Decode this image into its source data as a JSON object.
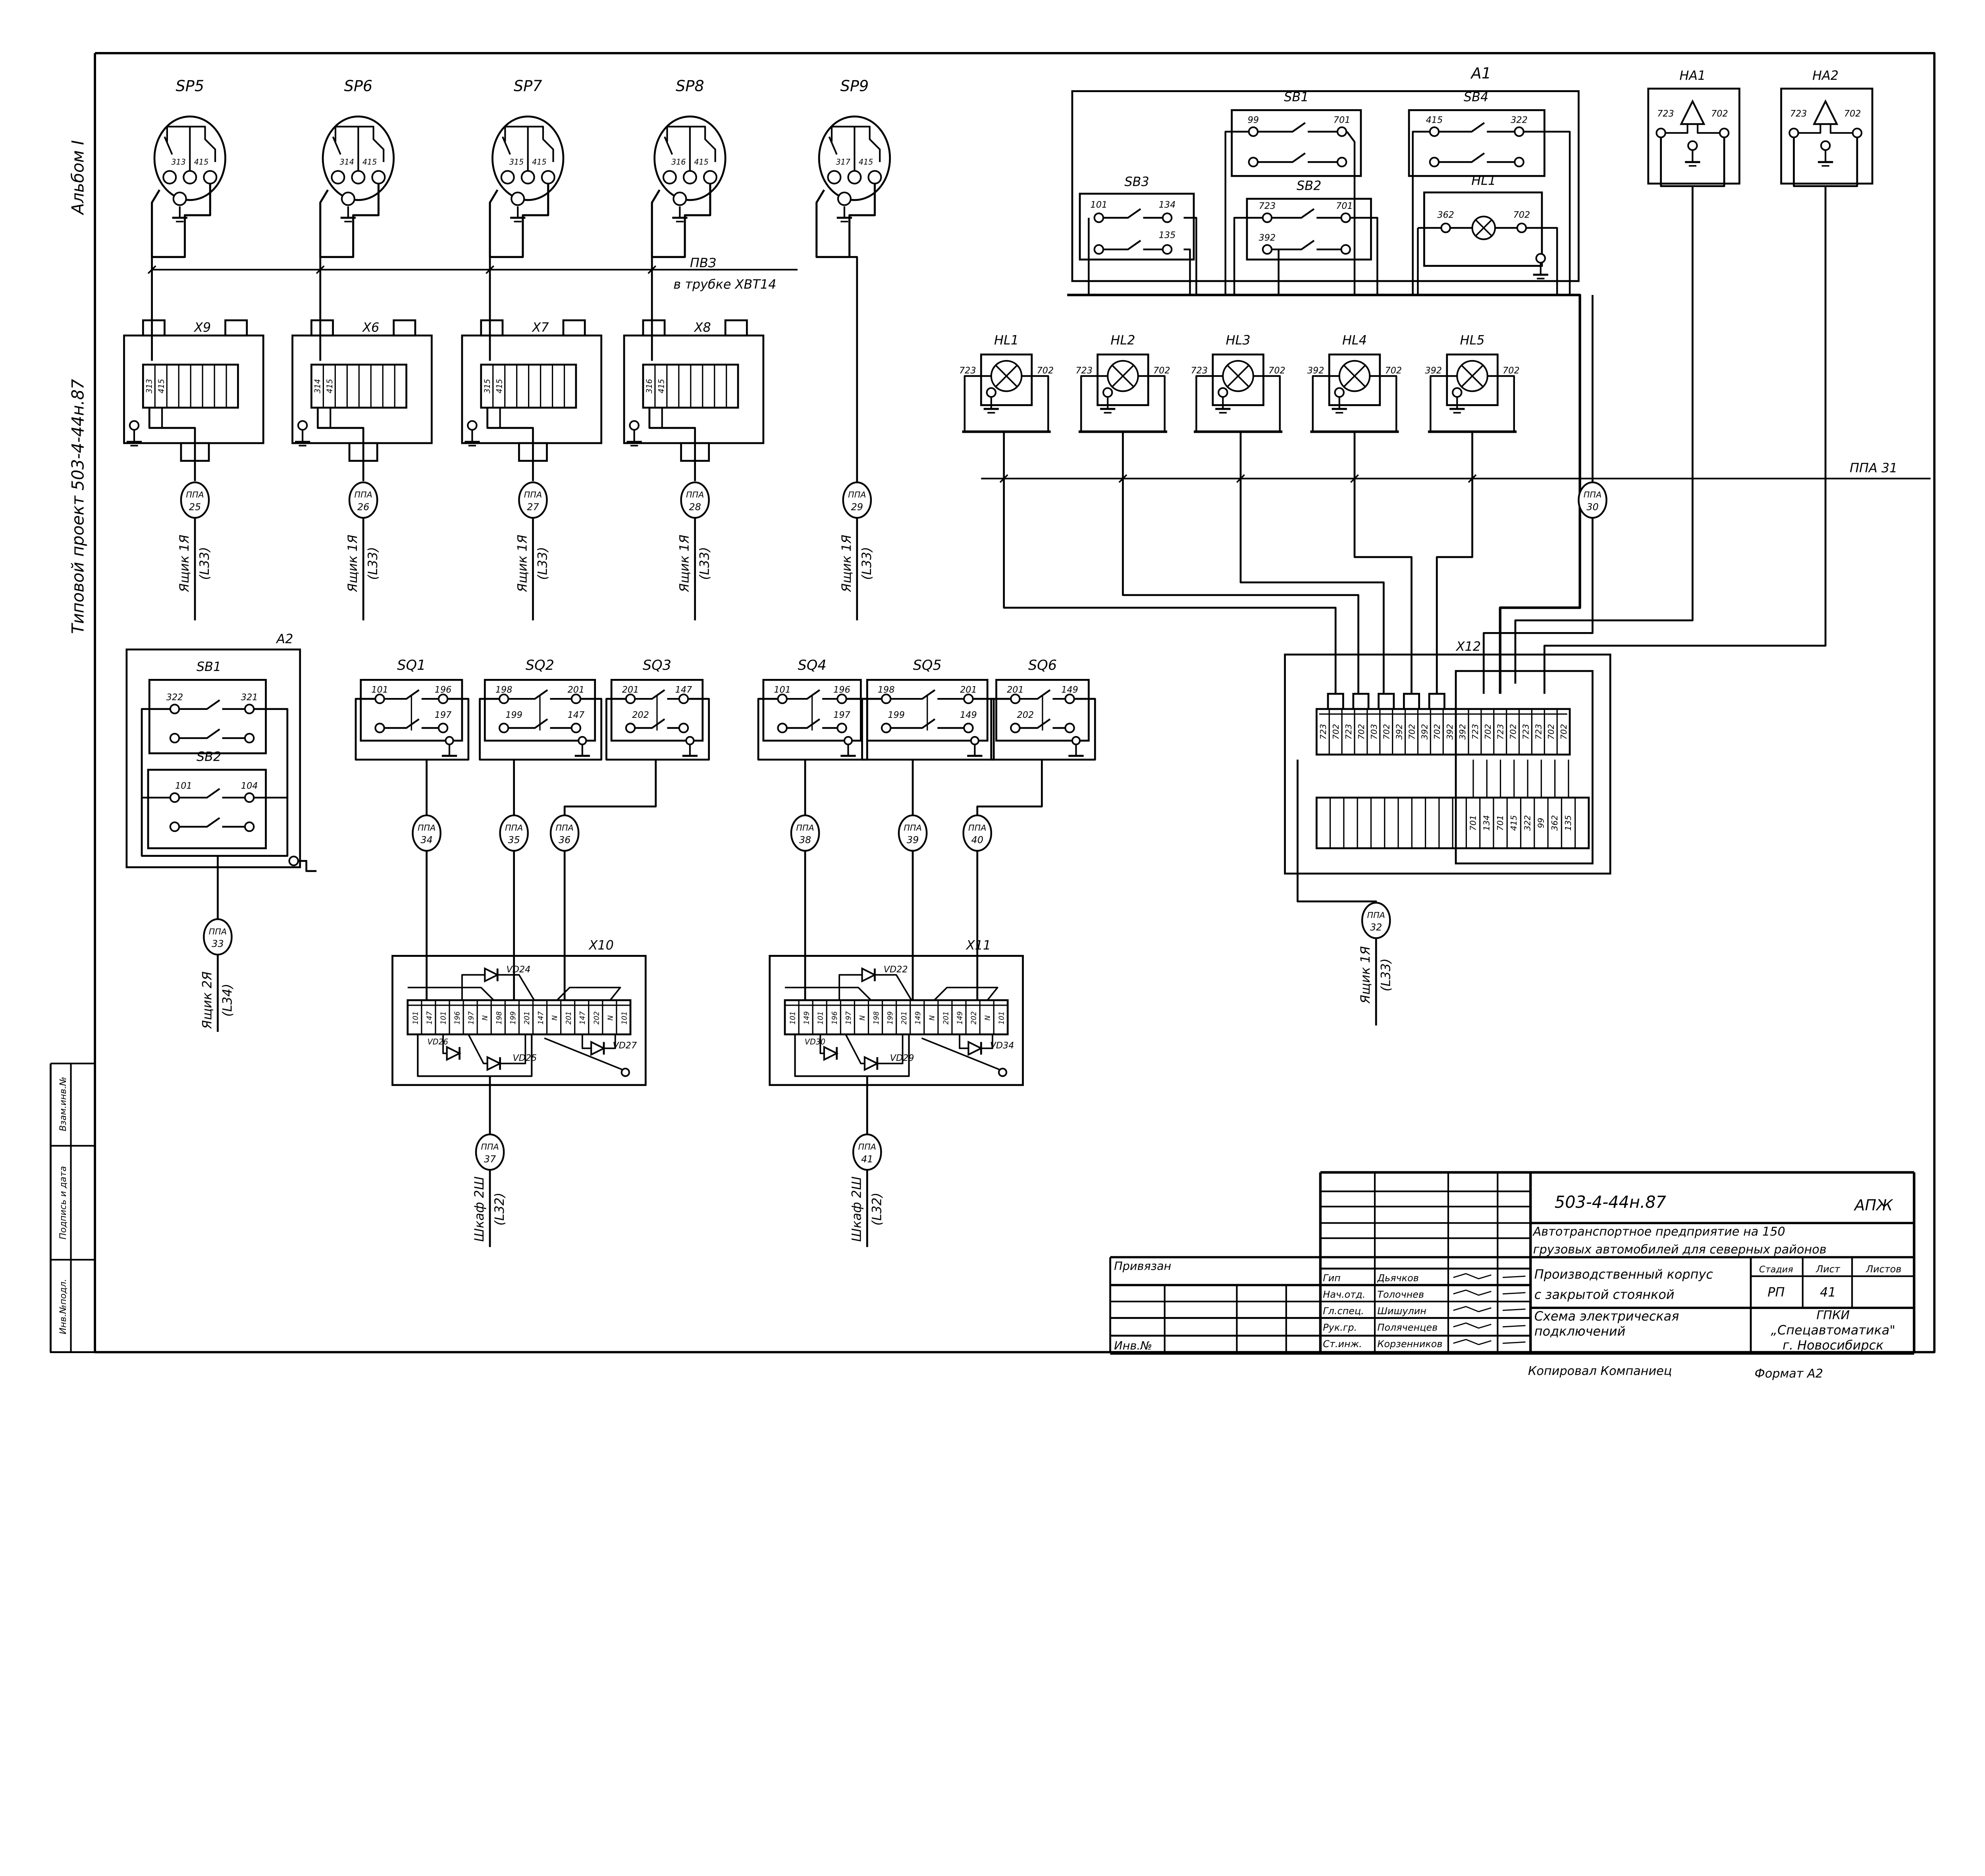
{
  "margin": {
    "album": "Альбом I",
    "project": "Типовой проект   503-4-44н.87",
    "stamp": [
      "Инв.№подл.",
      "Подпись и дата",
      "Взам.инв.№"
    ]
  },
  "pvz": {
    "label": "ПВЗ",
    "note": "в трубке ХВТ14"
  },
  "sensors": [
    {
      "label": "SP5",
      "terms": [
        "313",
        "415"
      ],
      "connector": {
        "label": "X9",
        "terms": [
          "313",
          "415"
        ]
      },
      "cable": {
        "type": "ППА",
        "num": "25",
        "dest": "Ящик 1Я",
        "dest_ref": "(L33)"
      }
    },
    {
      "label": "SP6",
      "terms": [
        "314",
        "415"
      ],
      "connector": {
        "label": "X6",
        "terms": [
          "314",
          "415"
        ]
      },
      "cable": {
        "type": "ППА",
        "num": "26",
        "dest": "Ящик 1Я",
        "dest_ref": "(L33)"
      }
    },
    {
      "label": "SP7",
      "terms": [
        "315",
        "415"
      ],
      "connector": {
        "label": "X7",
        "terms": [
          "315",
          "415"
        ]
      },
      "cable": {
        "type": "ППА",
        "num": "27",
        "dest": "Ящик 1Я",
        "dest_ref": "(L33)"
      }
    },
    {
      "label": "SP8",
      "terms": [
        "316",
        "415"
      ],
      "connector": {
        "label": "X8",
        "terms": [
          "316",
          "415"
        ]
      },
      "cable": {
        "type": "ППА",
        "num": "28",
        "dest": "Ящик 1Я",
        "dest_ref": "(L33)"
      }
    },
    {
      "label": "SP9",
      "terms": [
        "317",
        "415"
      ],
      "cable": {
        "type": "ППА",
        "num": "29",
        "dest": "Ящик 1Я",
        "dest_ref": "(L33)"
      }
    }
  ],
  "a1": {
    "label": "A1",
    "sb3": {
      "label": "SB3",
      "terms": [
        "101",
        "134",
        "135"
      ]
    },
    "sb1": {
      "label": "SB1",
      "terms": [
        "99",
        "701"
      ]
    },
    "sb2": {
      "label": "SB2",
      "terms": [
        "723",
        "701",
        "392"
      ]
    },
    "sb4": {
      "label": "SB4",
      "terms": [
        "415",
        "322"
      ]
    },
    "hl1": {
      "label": "HL1",
      "terms": [
        "362",
        "702"
      ]
    }
  },
  "horns": [
    {
      "label": "HA1",
      "left": "723",
      "right": "702"
    },
    {
      "label": "HA2",
      "left": "723",
      "right": "702"
    }
  ],
  "lamps": [
    {
      "label": "HL1",
      "left": "723",
      "right": "702"
    },
    {
      "label": "HL2",
      "left": "723",
      "right": "702"
    },
    {
      "label": "HL3",
      "left": "723",
      "right": "702"
    },
    {
      "label": "HL4",
      "left": "392",
      "right": "702"
    },
    {
      "label": "HL5",
      "left": "392",
      "right": "702"
    }
  ],
  "bus31": {
    "label": "ППА 31"
  },
  "cable30": {
    "type": "ППА",
    "num": "30"
  },
  "x12": {
    "label": "X12",
    "top_terms": [
      "723",
      "702",
      "723",
      "702",
      "703",
      "702",
      "392",
      "702",
      "392",
      "702",
      "392",
      "392",
      "723",
      "702",
      "723",
      "702",
      "723",
      "723",
      "702",
      "702"
    ],
    "bottom_terms": [
      "701",
      "134",
      "701",
      "415",
      "322",
      "99",
      "362",
      "135"
    ],
    "cable": {
      "type": "ППА",
      "num": "32",
      "dest": "Ящик 1Я",
      "dest_ref": "(L33)"
    }
  },
  "a2": {
    "label": "A2",
    "sb1": {
      "label": "SB1",
      "terms": [
        "322",
        "321"
      ]
    },
    "sb2": {
      "label": "SB2",
      "terms": [
        "101",
        "104"
      ]
    },
    "cable": {
      "type": "ППА",
      "num": "33",
      "dest": "Ящик 2Я",
      "dest_ref": "(L34)"
    }
  },
  "limit_switches": [
    {
      "label": "SQ1",
      "terms": [
        "101",
        "196",
        "",
        "197"
      ],
      "cable": {
        "type": "ППА",
        "num": "34"
      }
    },
    {
      "label": "SQ2",
      "terms": [
        "198",
        "201",
        "199",
        "147"
      ],
      "cable": {
        "type": "ППА",
        "num": "35"
      }
    },
    {
      "label": "SQ3",
      "terms": [
        "201",
        "147",
        "202",
        ""
      ],
      "cable": {
        "type": "ППА",
        "num": "36"
      }
    },
    {
      "label": "SQ4",
      "terms": [
        "101",
        "196",
        "",
        "197"
      ],
      "cable": {
        "type": "ППА",
        "num": "38"
      }
    },
    {
      "label": "SQ5",
      "terms": [
        "198",
        "201",
        "199",
        "149"
      ],
      "cable": {
        "type": "ППА",
        "num": "39"
      }
    },
    {
      "label": "SQ6",
      "terms": [
        "201",
        "149",
        "202",
        ""
      ],
      "cable": {
        "type": "ППА",
        "num": "40"
      }
    }
  ],
  "terminal_boxes": [
    {
      "label": "X10",
      "terms": [
        "101",
        "147",
        "101",
        "196",
        "197",
        "N",
        "198",
        "199",
        "201",
        "147",
        "N",
        "201",
        "147",
        "202",
        "N",
        "101"
      ],
      "diodes": [
        "VD24",
        "VD26",
        "VD25",
        "VD27"
      ],
      "cable": {
        "type": "ППА",
        "num": "37",
        "dest": "Шкаф 2Ш",
        "dest_ref": "(L32)"
      }
    },
    {
      "label": "X11",
      "terms": [
        "101",
        "149",
        "101",
        "196",
        "197",
        "N",
        "198",
        "199",
        "201",
        "149",
        "N",
        "201",
        "149",
        "202",
        "N",
        "101"
      ],
      "diodes": [
        "VD22",
        "VD30",
        "VD29",
        "VD34"
      ],
      "cable": {
        "type": "ППА",
        "num": "41",
        "dest": "Шкаф 2Ш",
        "dest_ref": "(L32)"
      }
    }
  ],
  "title_block": {
    "code": "503-4-44н.87",
    "org_code": "АПЖ",
    "object": [
      "Автотранспортное предприятие  на 150",
      "грузовых автомобилей для северных районов"
    ],
    "building": [
      "Производственный корпус",
      "с закрытой   стоянкой"
    ],
    "sheet_title": [
      "Схема электрическая",
      "подключений"
    ],
    "stage_header": "Стадия",
    "sheet_header": "Лист",
    "sheets_header": "Листов",
    "stage": "РП",
    "sheet": "41",
    "company": [
      "ГПКИ",
      "„Спецавтоматика\"",
      "г. Новосибирск"
    ],
    "linked": "Привязан",
    "inv": "Инв.№",
    "staff": [
      {
        "role": "Гип",
        "name": "Дьячков"
      },
      {
        "role": "Нач.отд.",
        "name": "Толочнев"
      },
      {
        "role": "Гл.спец.",
        "name": "Шишулин"
      },
      {
        "role": "Рук.гр.",
        "name": "Поляченцев"
      },
      {
        "role": "Ст.инж.",
        "name": "Корзенников"
      }
    ],
    "copied": "Копировал Компаниец",
    "format": "Формат А2"
  }
}
